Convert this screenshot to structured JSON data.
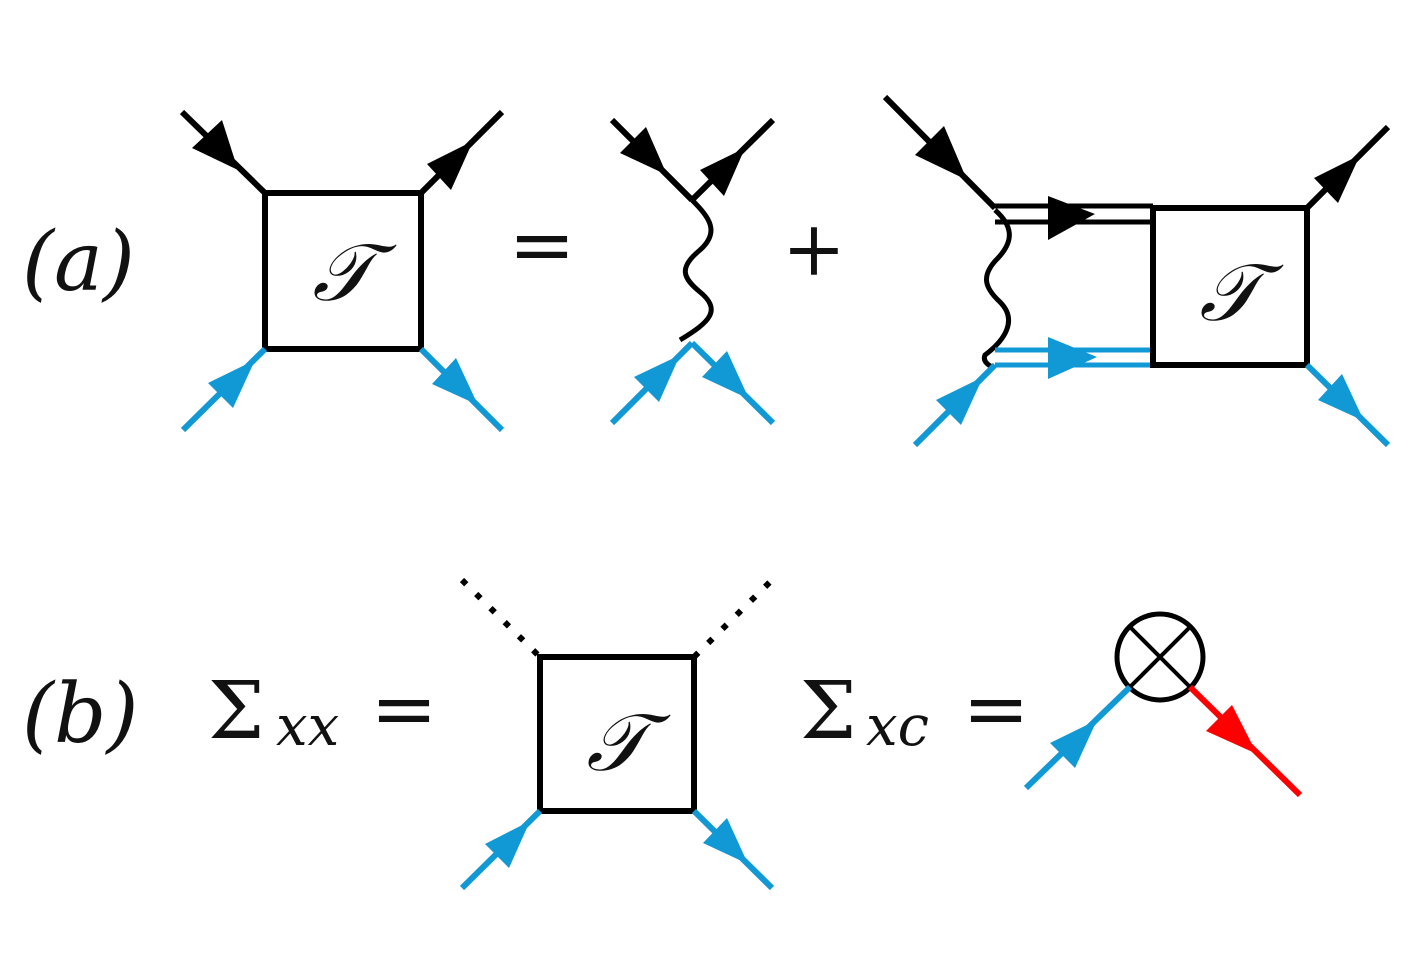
{
  "panels": {
    "a": {
      "label": "(a)",
      "box_symbol": "𝒯",
      "equals": "=",
      "plus": "+"
    },
    "b": {
      "label": "(b)",
      "box_symbol": "𝒯",
      "sigma_xx": {
        "symbol": "Σ",
        "subscript": "xx",
        "equals": "="
      },
      "sigma_xc": {
        "symbol": "Σ",
        "subscript": "xc",
        "equals": "="
      }
    }
  },
  "colors": {
    "black_line": "#000000",
    "blue_line": "#1199d6",
    "red_line": "#ff0000"
  },
  "icons": {
    "vertex_marker": "circle-cross-icon"
  }
}
